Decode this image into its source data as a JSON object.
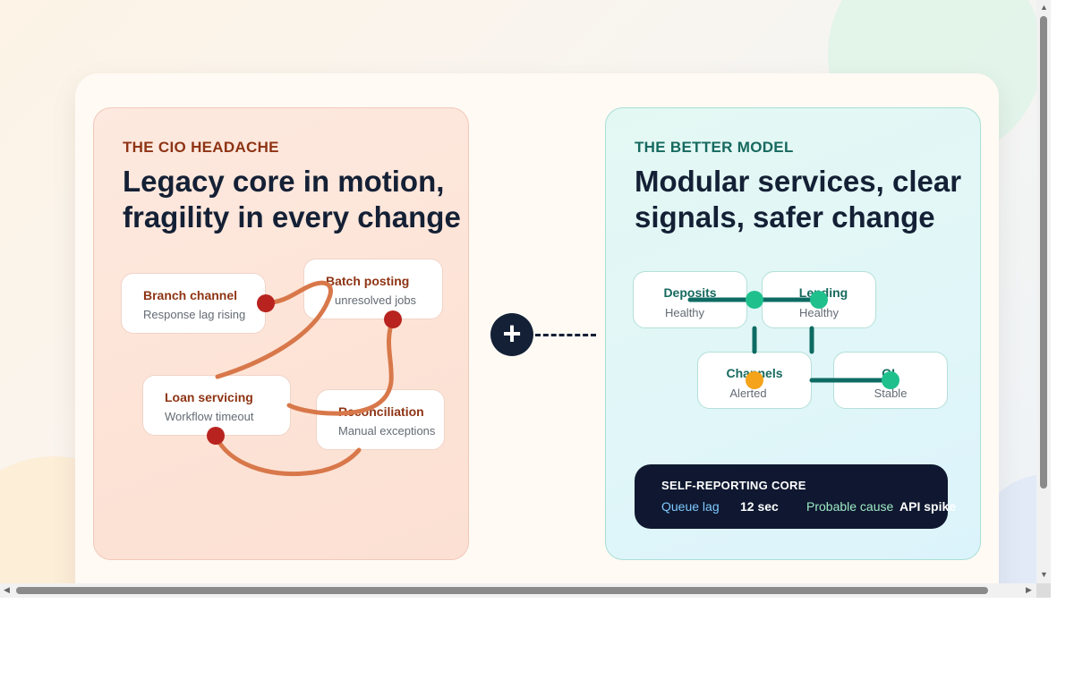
{
  "left_panel": {
    "eyebrow": "THE CIO HEADACHE",
    "headline": [
      "Legacy core in motion,",
      "fragility in every change"
    ],
    "nodes": [
      {
        "title": "Branch channel",
        "subtitle": "Response lag rising"
      },
      {
        "title": "Batch posting",
        "subtitle": "unresolved jobs"
      },
      {
        "title": "Loan servicing",
        "subtitle": "Workflow timeout"
      },
      {
        "title": "Reconciliation",
        "subtitle": "Manual exceptions"
      }
    ],
    "colors": {
      "tangle": "#d8784a",
      "fault": "#b8231f"
    }
  },
  "connector": {
    "icon": "plus-icon"
  },
  "right_panel": {
    "eyebrow": "THE BETTER MODEL",
    "headline": [
      "Modular services, clear",
      "signals, safer change"
    ],
    "nodes": [
      {
        "title": "Deposits",
        "subtitle": "Healthy"
      },
      {
        "title": "Lending",
        "subtitle": "Healthy"
      },
      {
        "title": "Channels",
        "subtitle": "Alerted"
      },
      {
        "title": "GL",
        "subtitle": "Stable"
      }
    ],
    "colors": {
      "link": "#0e6b63",
      "healthy": "#1fc08c",
      "alert": "#f5a31b"
    },
    "status": {
      "title": "SELF-REPORTING CORE",
      "queue_lag_label": "Queue lag",
      "queue_lag_value": "12 sec",
      "cause_label": "Probable cause",
      "cause_value": "API spike"
    }
  }
}
